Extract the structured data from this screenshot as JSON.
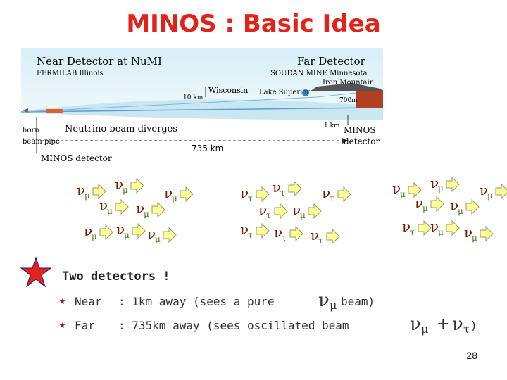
{
  "slide": {
    "title": "MINOS : Basic Idea",
    "page_number": "28"
  },
  "diagram": {
    "near_title": "Near Detector at NuMI",
    "near_location": "FERMILAB  Illinois",
    "far_title": "Far Detector",
    "far_location": "SOUDAN MINE  Minnesota",
    "iron_mountain": "Iron Mountain",
    "wisconsin": "Wisconsin",
    "lake_superior": "Lake Superior",
    "depth_10km": "10 km",
    "depth_700m": "700m",
    "depth_1km": "1 km",
    "horn": "horn",
    "beam_pipe": "beam pipe",
    "beam_diverges": "Neutrino beam diverges",
    "distance": "735 km",
    "minos_detector_left": "MINOS detector",
    "minos_detector_right_1": "MINOS",
    "minos_detector_right_2": "detector"
  },
  "particles": {
    "nu_symbol": "ν",
    "mu_sub": "μ",
    "tau_sub": "τ",
    "colors": {
      "nu": "#7a1b00",
      "mu": "#2e7d00",
      "tau": "#2e7d00",
      "arrow_fill": "#ffff99",
      "arrow_stroke": "#999966"
    }
  },
  "bullets": {
    "heading": "Two detectors !",
    "near_label": "Near",
    "near_text": ": 1km away (sees a pure ",
    "near_tail": " beam)",
    "far_label": "Far",
    "far_text": ": 735km away (sees oscillated beam ",
    "far_tail": ")",
    "plus": "+",
    "star_color": "#e2231a"
  }
}
